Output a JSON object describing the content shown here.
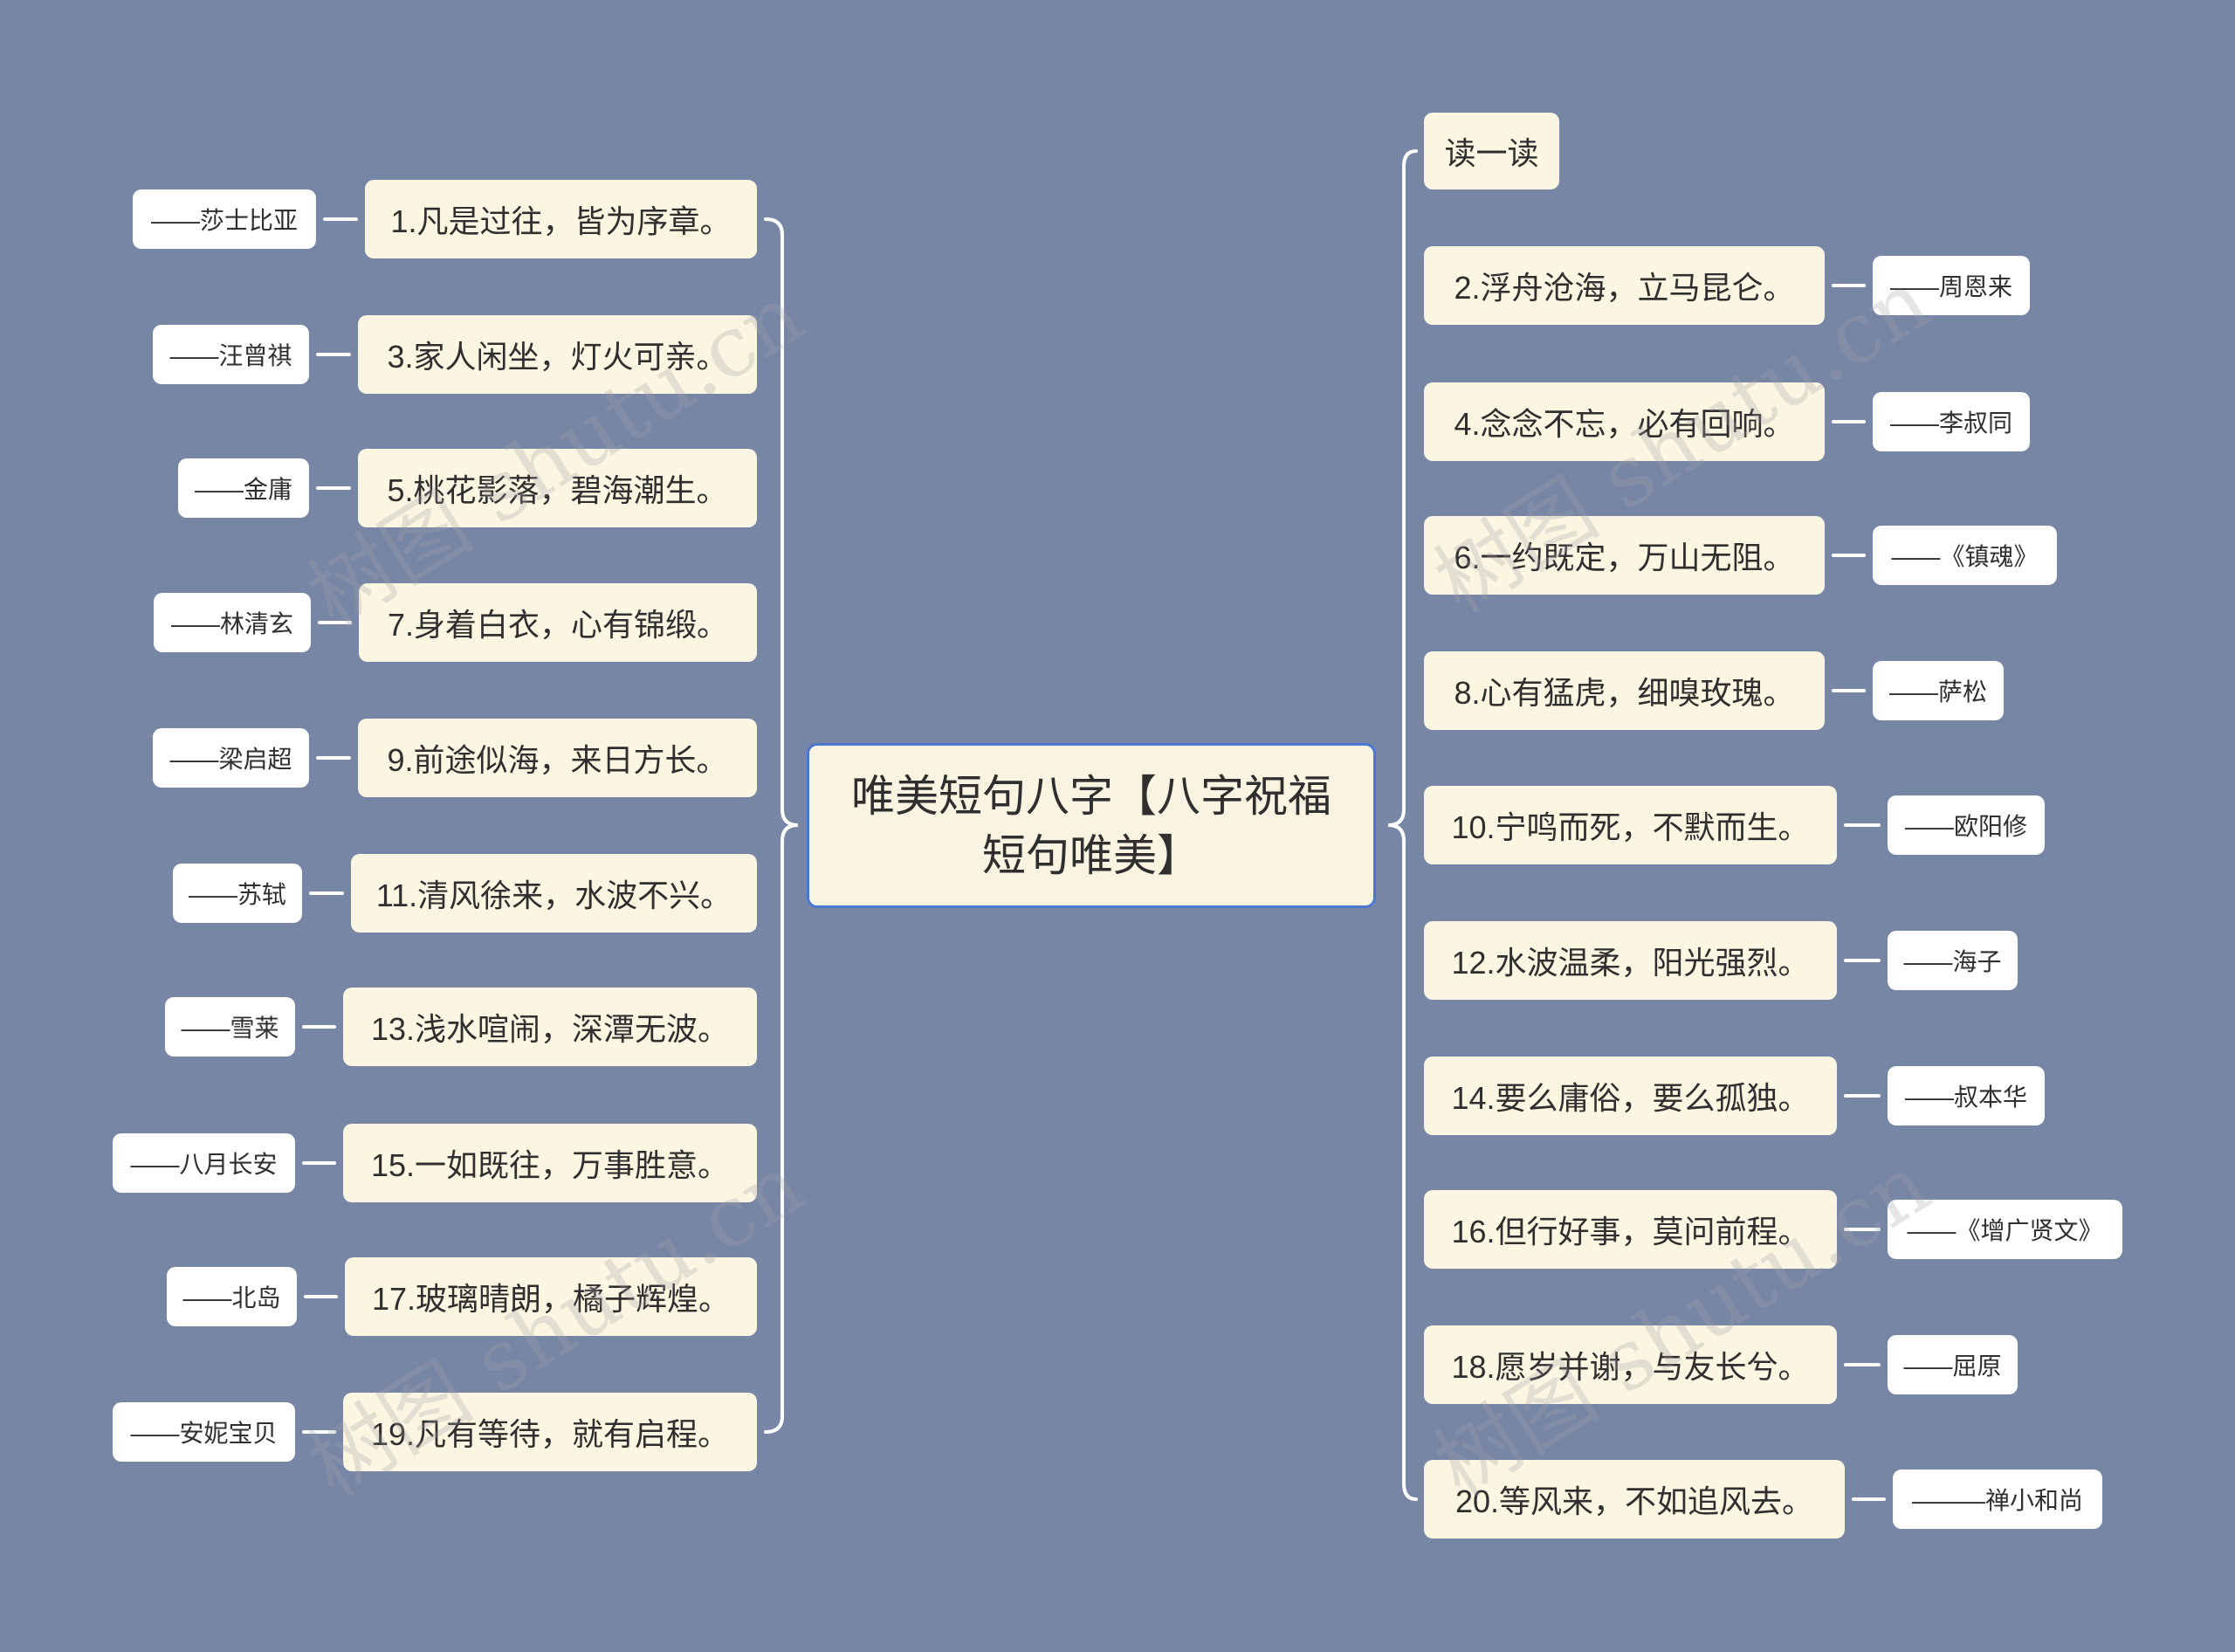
{
  "colors": {
    "background": "#7886A5",
    "node_fill": "#FBF6E2",
    "author_fill": "#FFFFFF",
    "center_fill": "#F8F4E1",
    "center_border": "#4A78D0",
    "line": "#FFFFFF",
    "text": "#2F2F2F"
  },
  "watermark": "树图 shutu.cn",
  "center": {
    "title_lines": [
      "唯美短句八字【八字祝福",
      "短句唯美】"
    ]
  },
  "left_branch": {
    "items": [
      {
        "text": "1.凡是过往，皆为序章。",
        "author": "——莎士比亚"
      },
      {
        "text": "3.家人闲坐，灯火可亲。",
        "author": "——汪曾祺"
      },
      {
        "text": "5.桃花影落，碧海潮生。",
        "author": "——金庸"
      },
      {
        "text": "7.身着白衣，心有锦缎。",
        "author": "——林清玄"
      },
      {
        "text": "9.前途似海，来日方长。",
        "author": "——梁启超"
      },
      {
        "text": "11.清风徐来，水波不兴。",
        "author": "——苏轼"
      },
      {
        "text": "13.浅水喧闹，深潭无波。",
        "author": "——雪莱"
      },
      {
        "text": "15.一如既往，万事胜意。",
        "author": "——八月长安"
      },
      {
        "text": "17.玻璃晴朗，橘子辉煌。",
        "author": "——北岛"
      },
      {
        "text": "19.凡有等待，就有启程。",
        "author": "——安妮宝贝"
      }
    ]
  },
  "right_branch": {
    "label": "读一读",
    "items": [
      {
        "text": "2.浮舟沧海，立马昆仑。",
        "author": "——周恩来"
      },
      {
        "text": "4.念念不忘，必有回响。",
        "author": "——李叔同"
      },
      {
        "text": "6.一约既定，万山无阻。",
        "author": "——《镇魂》"
      },
      {
        "text": "8.心有猛虎，细嗅玫瑰。",
        "author": "——萨松"
      },
      {
        "text": "10.宁鸣而死，不默而生。",
        "author": "——欧阳修"
      },
      {
        "text": "12.水波温柔，阳光强烈。",
        "author": "——海子"
      },
      {
        "text": "14.要么庸俗，要么孤独。",
        "author": "——叔本华"
      },
      {
        "text": "16.但行好事，莫问前程。",
        "author": "——《增广贤文》"
      },
      {
        "text": "18.愿岁并谢，与友长兮。",
        "author": "——屈原"
      },
      {
        "text": "20.等风来，不如追风去。",
        "author": "———禅小和尚"
      }
    ]
  }
}
